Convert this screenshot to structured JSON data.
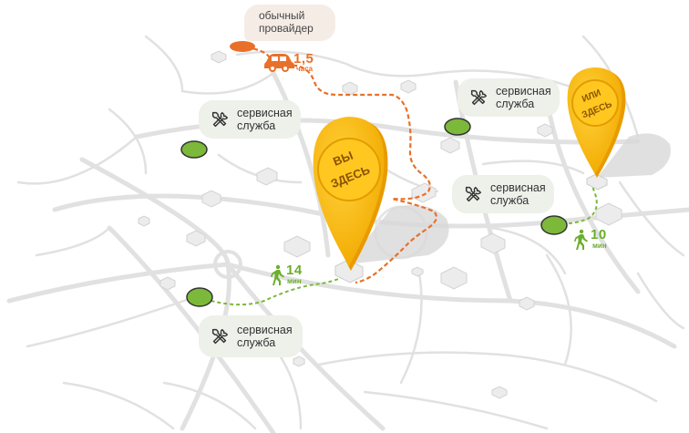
{
  "colors": {
    "road": "#dcdcdc",
    "orange": "#e8702a",
    "green": "#6aae2a",
    "pin": "#f7b500",
    "bubble": "#eef0ea"
  },
  "provider": {
    "label": "обычный\nпровайдер"
  },
  "car_route": {
    "icon": "car-icon",
    "value": "1,5",
    "unit": "часа"
  },
  "you_are_here": {
    "label_line1": "ВЫ",
    "label_line2": "ЗДЕСЬ"
  },
  "or_here": {
    "label_line1": "ИЛИ",
    "label_line2": "ЗДЕСЬ"
  },
  "service_label": "сервисная\nслужба",
  "service_icon": "tools-icon",
  "walk_left": {
    "icon": "walking-person-icon",
    "value": "14",
    "unit": "мин"
  },
  "walk_right": {
    "icon": "walking-person-icon",
    "value": "10",
    "unit": "мин"
  },
  "services": [
    {
      "label": "сервисная\nслужба"
    },
    {
      "label": "сервисная\nслужба"
    },
    {
      "label": "сервисная\nслужба"
    },
    {
      "label": "сервисная\nслужба"
    }
  ]
}
